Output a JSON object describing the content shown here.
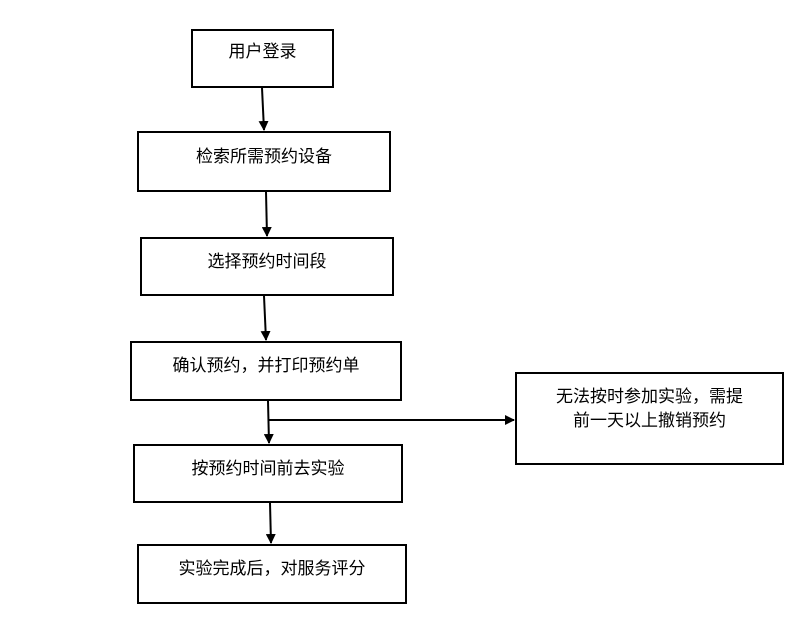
{
  "flowchart": {
    "steps": [
      "用户登录",
      "检索所需预约设备",
      "选择预约时间段",
      "确认预约，并打印预约单",
      "按预约时间前去实验",
      "实验完成后，对服务评分"
    ],
    "side_note": {
      "line1": "无法按时参加实验，需提",
      "line2": "前一天以上撤销预约"
    }
  }
}
